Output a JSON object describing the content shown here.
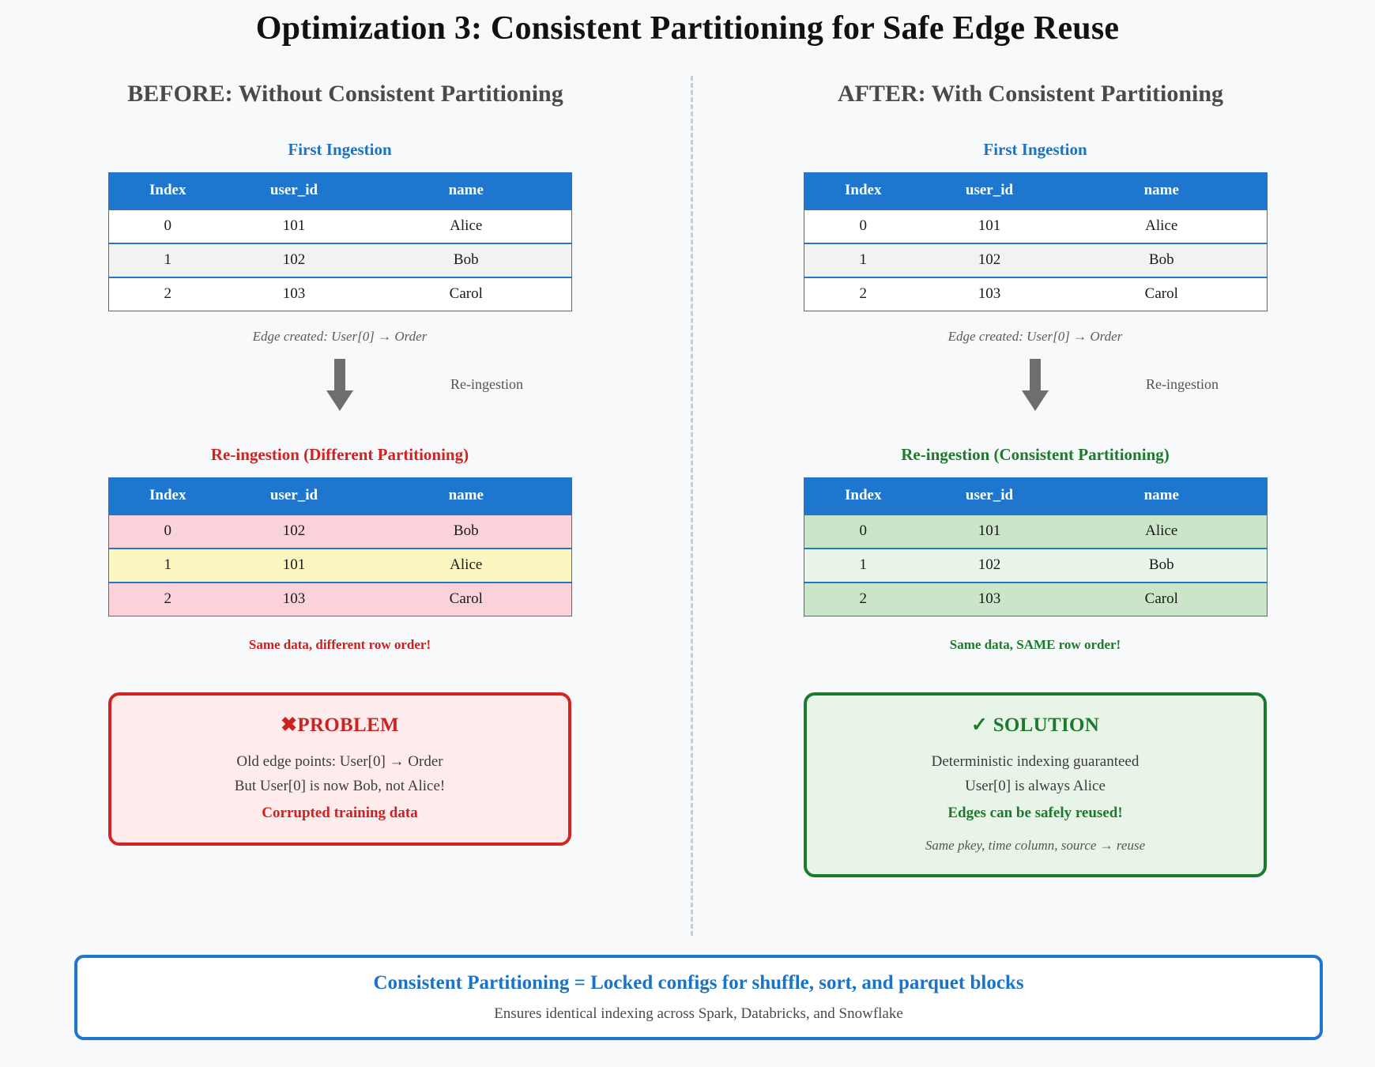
{
  "title": "Optimization 3: Consistent Partitioning for Safe Edge Reuse",
  "colors": {
    "background": "#f7f9fb",
    "table_header": "#1e76ce",
    "accent_blue": "#1a73c7",
    "problem_red": "#cc2222",
    "solution_green": "#1c7a2c",
    "row_pink": "#fcd2da",
    "row_yellow": "#fbf6bf",
    "row_green": "#cbe5c8",
    "row_light_green": "#e8f4e7",
    "divider_grey": "#c9ccd1"
  },
  "table_columns": [
    "Index",
    "user_id",
    "name"
  ],
  "before": {
    "heading": "BEFORE: Without Consistent Partitioning",
    "first_ingestion": {
      "label": "First Ingestion",
      "rows": [
        {
          "index": "0",
          "user_id": "101",
          "name": "Alice",
          "style": "row-white"
        },
        {
          "index": "1",
          "user_id": "102",
          "name": "Bob",
          "style": "row-grey"
        },
        {
          "index": "2",
          "user_id": "103",
          "name": "Carol",
          "style": "row-white"
        }
      ]
    },
    "edge_note": "Edge created: User[0] → Order",
    "arrow_caption": "Re-ingestion",
    "reingestion": {
      "label": "Re-ingestion (Different Partitioning)",
      "rows": [
        {
          "index": "0",
          "user_id": "102",
          "name": "Bob",
          "style": "row-pink"
        },
        {
          "index": "1",
          "user_id": "101",
          "name": "Alice",
          "style": "row-yellow"
        },
        {
          "index": "2",
          "user_id": "103",
          "name": "Carol",
          "style": "row-pink"
        }
      ]
    },
    "row_order_note": "Same data, different row order!",
    "callout": {
      "icon": "cross-mark-icon",
      "icon_glyph": "✖",
      "title": "PROBLEM",
      "line1": "Old edge points: User[0] → Order",
      "line2": "But User[0] is now Bob, not Alice!",
      "strong": "Corrupted training data"
    }
  },
  "after": {
    "heading": "AFTER: With Consistent Partitioning",
    "first_ingestion": {
      "label": "First Ingestion",
      "rows": [
        {
          "index": "0",
          "user_id": "101",
          "name": "Alice",
          "style": "row-white"
        },
        {
          "index": "1",
          "user_id": "102",
          "name": "Bob",
          "style": "row-grey"
        },
        {
          "index": "2",
          "user_id": "103",
          "name": "Carol",
          "style": "row-white"
        }
      ]
    },
    "edge_note": "Edge created: User[0] → Order",
    "arrow_caption": "Re-ingestion",
    "reingestion": {
      "label": "Re-ingestion (Consistent Partitioning)",
      "rows": [
        {
          "index": "0",
          "user_id": "101",
          "name": "Alice",
          "style": "row-green"
        },
        {
          "index": "1",
          "user_id": "102",
          "name": "Bob",
          "style": "row-lgreen"
        },
        {
          "index": "2",
          "user_id": "103",
          "name": "Carol",
          "style": "row-green"
        }
      ]
    },
    "row_order_note": "Same data, SAME row order!",
    "callout": {
      "icon": "check-mark-icon",
      "icon_glyph": "✓",
      "title": "SOLUTION",
      "line1": "Deterministic indexing guaranteed",
      "line2": "User[0] is always Alice",
      "strong": "Edges can be safely reused!",
      "italic": "Same pkey, time column, source → reuse"
    }
  },
  "banner": {
    "title": "Consistent Partitioning = Locked configs for shuffle, sort, and parquet blocks",
    "subtitle": "Ensures identical indexing across Spark, Databricks, and Snowflake"
  }
}
